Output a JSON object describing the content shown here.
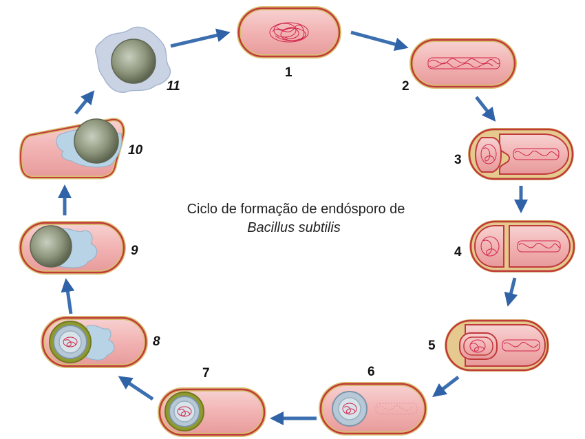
{
  "title": {
    "line1": "Ciclo de formação de endósporo de",
    "line2": "Bacillus subtilis"
  },
  "steps": [
    {
      "label": "1"
    },
    {
      "label": "2"
    },
    {
      "label": "3"
    },
    {
      "label": "4"
    },
    {
      "label": "5"
    },
    {
      "label": "6"
    },
    {
      "label": "7"
    },
    {
      "label": "8"
    },
    {
      "label": "9"
    },
    {
      "label": "10"
    },
    {
      "label": "11"
    }
  ],
  "colors": {
    "cell_fill": "#f2b8b8",
    "cell_wall": "#c0393b",
    "cell_outline": "#d9c070",
    "dna": "#d0224a",
    "spore_core": "#9aa38a",
    "spore_coat": "#8f9a2e",
    "cortex": "#b7c9d6",
    "membrane_bg": "#e6c98f",
    "arrow": "#3b6fb0",
    "light_blue": "#b9d3e6"
  }
}
